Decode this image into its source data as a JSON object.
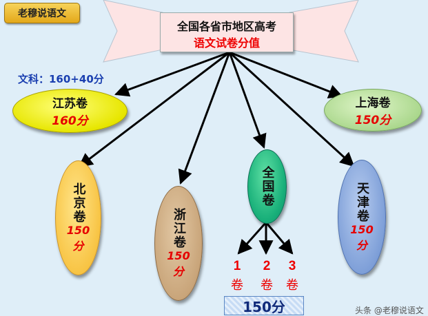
{
  "badge": "老穆说语文",
  "title": {
    "line1": "全国各省市地区高考",
    "line2": "语文试卷分值"
  },
  "note": "文科：160+40分",
  "nodes": {
    "jiangsu": {
      "name": "江苏卷",
      "score": "160分"
    },
    "shanghai": {
      "name": "上海卷",
      "score": "150分"
    },
    "beijing": {
      "name": "北京卷",
      "score": "150",
      "unit": "分"
    },
    "zhejiang": {
      "name": "浙江卷",
      "score": "150",
      "unit": "分"
    },
    "national": {
      "name": "全国卷"
    },
    "tianjin": {
      "name": "天津卷",
      "score": "150",
      "unit": "分"
    }
  },
  "national_subs": [
    {
      "num": "1",
      "label": "卷"
    },
    {
      "num": "2",
      "label": "卷"
    },
    {
      "num": "3",
      "label": "卷"
    }
  ],
  "national_total": "150分",
  "footer": "头条 @老穆说语文",
  "colors": {
    "score_red": "#e60000",
    "note_blue": "#1a3fb0",
    "arrow": "#000000"
  }
}
